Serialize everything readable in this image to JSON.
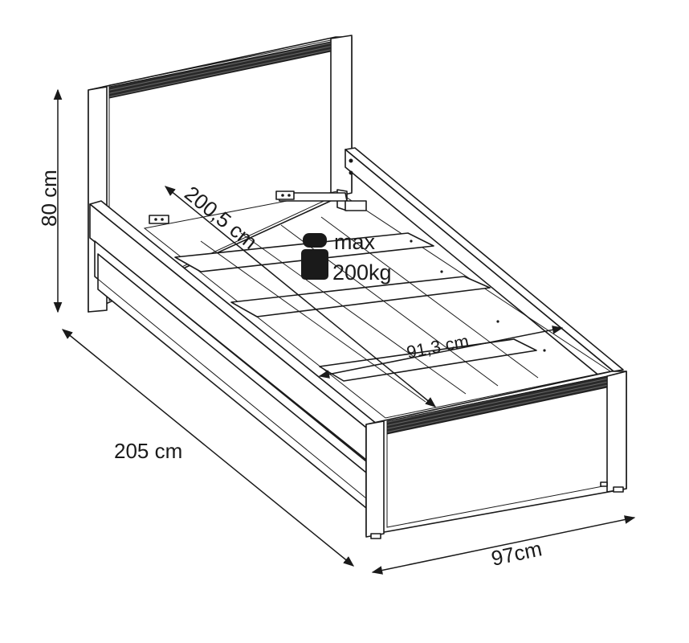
{
  "dimensions": {
    "height_label": "80 cm",
    "length_label": "205 cm",
    "width_label": "97cm",
    "mattress_length_label": "200,5 cm",
    "mattress_width_label": "91,3 cm"
  },
  "load": {
    "line1": "max",
    "line2": "200kg"
  }
}
